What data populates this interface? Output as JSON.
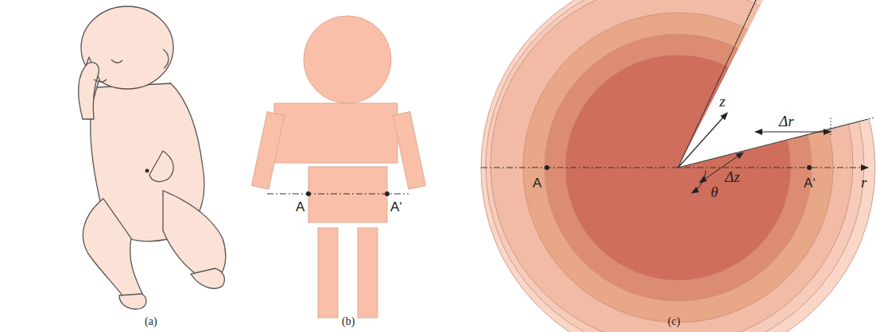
{
  "diagram": {
    "labels": [
      "A",
      "A‘",
      "A",
      "A‘",
      "z",
      "Δr",
      "Δz",
      "θ",
      "r",
      "(a)",
      "(b)",
      "(c)"
    ]
  }
}
